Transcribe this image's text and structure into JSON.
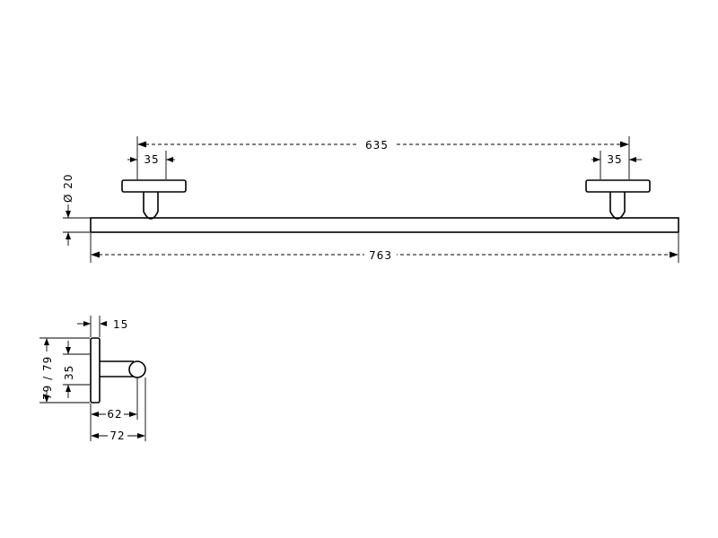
{
  "front_view": {
    "center_distance": "635",
    "left_post_offset": "35",
    "right_post_offset": "35",
    "overall_length": "763",
    "bar_diameter": "Ø 20"
  },
  "side_view": {
    "wall_plate_thickness": "15",
    "plate_height": "79 / 79",
    "post_height": "35",
    "projection_to_bar": "62",
    "total_projection": "72"
  }
}
